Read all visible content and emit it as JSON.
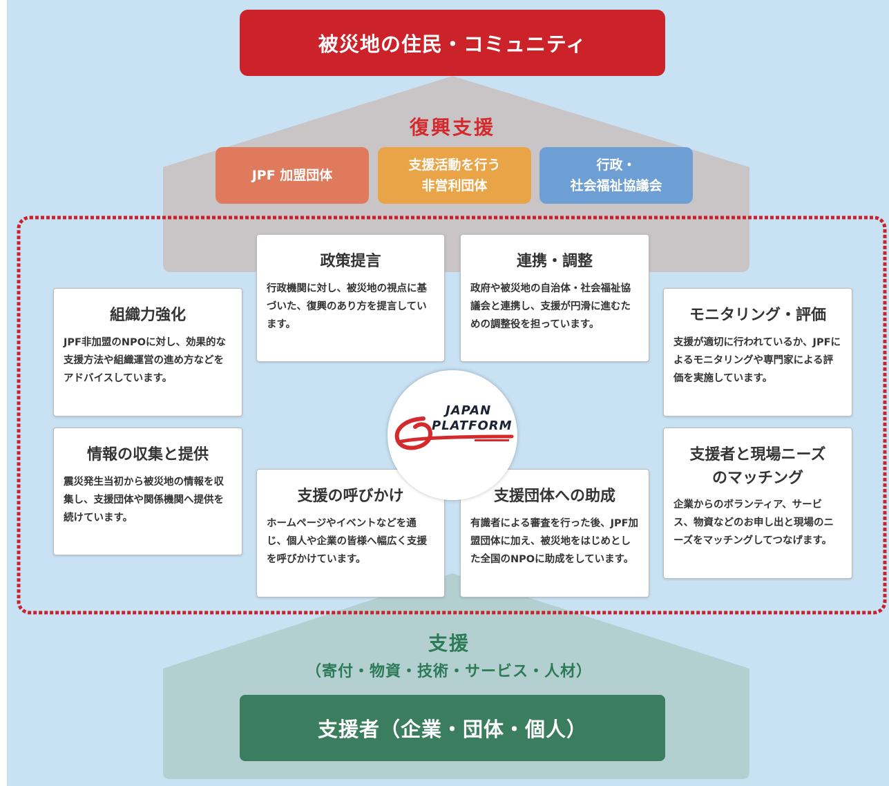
{
  "top_box": {
    "label": "被災地の住民・コミュニティ"
  },
  "recovery": {
    "title": "復興支援",
    "groups": [
      {
        "label": "JPF 加盟団体",
        "color": "#e07a5c"
      },
      {
        "label": "支援活動を行う\n非営利団体",
        "color": "#e9a448"
      },
      {
        "label": "行政・\n社会福祉協議会",
        "color": "#6d9ed4"
      }
    ]
  },
  "cards": {
    "soshikiryoku": {
      "title": "組織力強化",
      "body": "JPF非加盟のNPOに対し、効果的な支援方法や組織運営の進め方などをアドバイスしています。"
    },
    "seisaku": {
      "title": "政策提言",
      "body": "行政機関に対し、被災地の視点に基づいた、復興のあり方を提言しています。"
    },
    "renkei": {
      "title": "連携・調整",
      "body": "政府や被災地の自治体・社会福祉協議会と連携し、支援が円滑に進むための調整役を担っています。"
    },
    "monitoring": {
      "title": "モニタリング・評価",
      "body": "支援が適切に行われているか、JPFによるモニタリングや専門家による評価を実施しています。"
    },
    "joho": {
      "title": "情報の収集と提供",
      "body": "震災発生当初から被災地の情報を収集し、支援団体や関係機関へ提供を続けています。"
    },
    "yobikake": {
      "title": "支援の呼びかけ",
      "body": "ホームページやイベントなどを通じ、個人や企業の皆様へ幅広く支援を呼びかけています。"
    },
    "josei": {
      "title": "支援団体への助成",
      "body": "有識者による審査を行った後、JPF加盟団体に加え、被災地をはじめとした全国のNPOに助成をしています。"
    },
    "matching": {
      "title": "支援者と現場ニーズ\nのマッチング",
      "body": "企業からのボランティア、サービス、物資などのお申し出と現場のニーズをマッチングしてつなげます。"
    }
  },
  "logo": {
    "line1": "JAPAN",
    "line2": "PLATFORM"
  },
  "support": {
    "title": "支援",
    "subtitle": "（寄付・物資・技術・サービス・人材）",
    "box": "支援者（企業・団体・個人）"
  },
  "colors": {
    "background": "#c8e1f3",
    "top_red": "#cc2229",
    "gray_house": "#c9c5c7",
    "dotted_border": "#c8232c",
    "bottom_house": "#b3cfcf",
    "bottom_green": "#3a7d5f"
  }
}
